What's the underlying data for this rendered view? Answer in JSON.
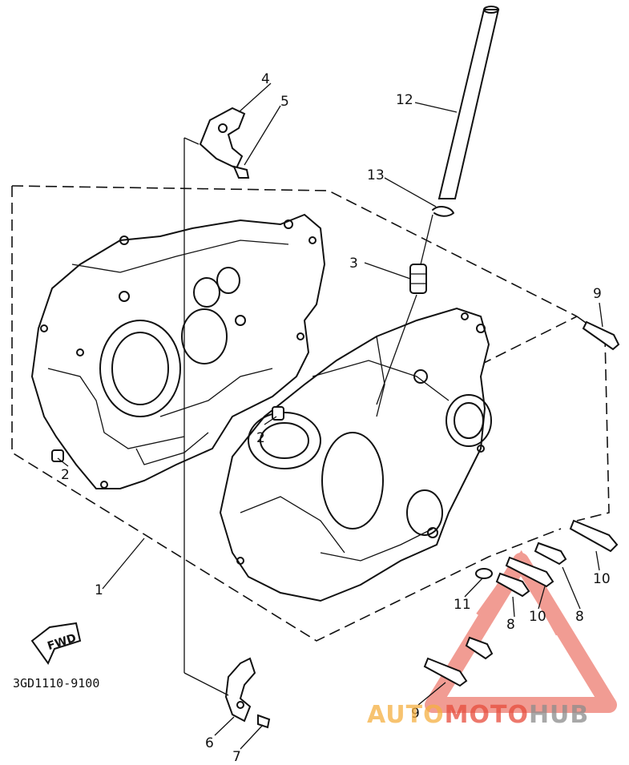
{
  "diagram": {
    "part_code": "3GD1110-9100",
    "direction_label": "FWD",
    "callouts": [
      {
        "id": "c1",
        "label": "1"
      },
      {
        "id": "c2a",
        "label": "2"
      },
      {
        "id": "c2b",
        "label": "2"
      },
      {
        "id": "c3",
        "label": "3"
      },
      {
        "id": "c4",
        "label": "4"
      },
      {
        "id": "c5",
        "label": "5"
      },
      {
        "id": "c6",
        "label": "6"
      },
      {
        "id": "c7",
        "label": "7"
      },
      {
        "id": "c8a",
        "label": "8"
      },
      {
        "id": "c8b",
        "label": "8"
      },
      {
        "id": "c9a",
        "label": "9"
      },
      {
        "id": "c9b",
        "label": "9"
      },
      {
        "id": "c10a",
        "label": "10"
      },
      {
        "id": "c10b",
        "label": "10"
      },
      {
        "id": "c11",
        "label": "11"
      },
      {
        "id": "c12",
        "label": "12"
      },
      {
        "id": "c13",
        "label": "13"
      }
    ]
  },
  "watermark": {
    "word_part1": "AUTO",
    "word_part2": "MOTO",
    "word_part3": "HUB",
    "colors": {
      "orange": "#f5b041",
      "red": "#e74c3c",
      "grey": "#8c8c8c"
    }
  }
}
